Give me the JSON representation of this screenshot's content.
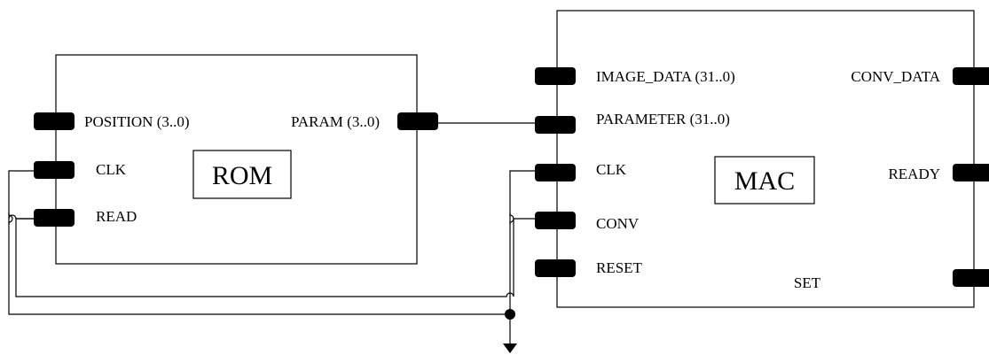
{
  "rom": {
    "title": "ROM",
    "pins": {
      "position": "POSITION (3..0)",
      "clk": "CLK",
      "read": "READ",
      "param": "PARAM (3..0)"
    }
  },
  "mac": {
    "title": "MAC",
    "pins": {
      "image_data": "IMAGE_DATA (31..0)",
      "parameter": "PARAMETER (31..0)",
      "clk": "CLK",
      "conv": "CONV",
      "reset": "RESET",
      "conv_data": "CONV_DATA",
      "ready": "READY",
      "set": "SET"
    }
  }
}
